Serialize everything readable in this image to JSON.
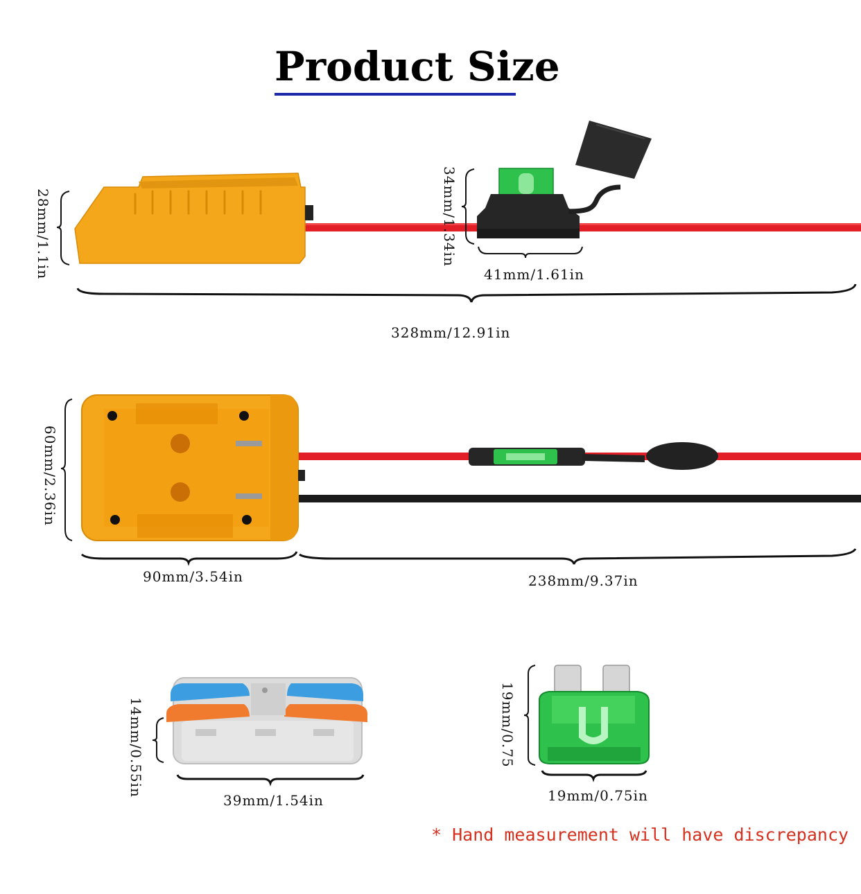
{
  "title": "Product Size",
  "colors": {
    "title_underline": "#1a2aa8",
    "adapter_body": "#f5a71b",
    "wire_red": "#e21f26",
    "wire_black": "#1b1b1b",
    "fuse_green": "#2ec24c",
    "connector_gray": "#dcdcdc",
    "lever_blue": "#3c9ee0",
    "lever_orange": "#f07a2d",
    "note_text": "#d6301e"
  },
  "side_view": {
    "height_label": "28mm/1.1in",
    "fuse_holder_height_label": "34mm/1.34in",
    "fuse_holder_width_label": "41mm/1.61in",
    "total_length_label": "328mm/12.91in"
  },
  "top_view": {
    "height_label": "60mm/2.36in",
    "body_width_label": "90mm/3.54in",
    "cable_length_label": "238mm/9.37in"
  },
  "wire_connector": {
    "height_label": "14mm/0.55in",
    "width_label": "39mm/1.54in"
  },
  "fuse": {
    "height_label": "19mm/0.75",
    "width_label": "19mm/0.75in"
  },
  "note": "* Hand measurement will have discrepancy"
}
